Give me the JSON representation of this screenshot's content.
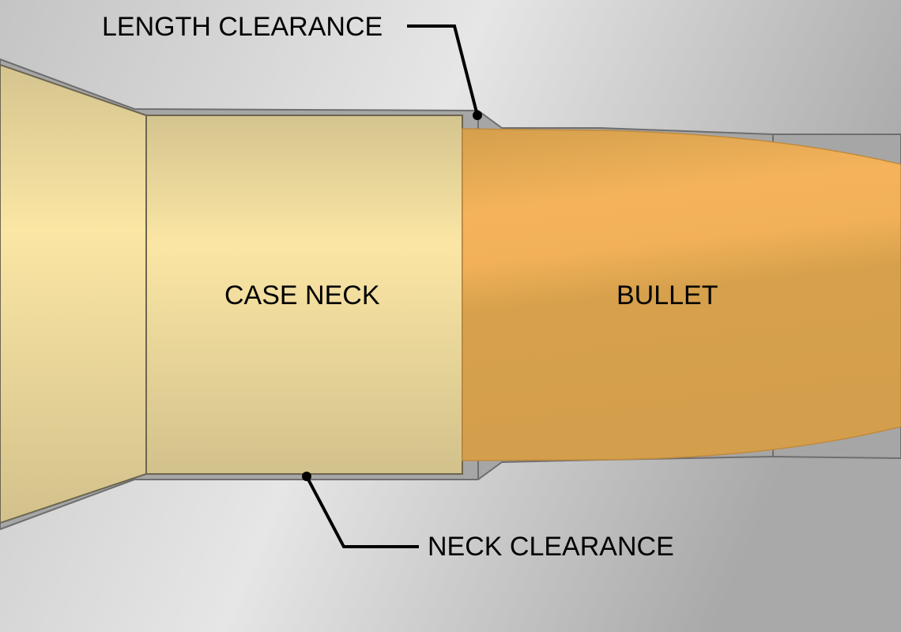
{
  "labels": {
    "length_clearance": "LENGTH CLEARANCE",
    "case_neck": "CASE NECK",
    "bullet": "BULLET",
    "neck_clearance": "NECK CLEARANCE"
  },
  "colors": {
    "background": "#cfcfcf",
    "chamber": "#a6a6a6",
    "case": "#e9d79b",
    "bullet": "#d6a04c",
    "leader": "#000000"
  }
}
